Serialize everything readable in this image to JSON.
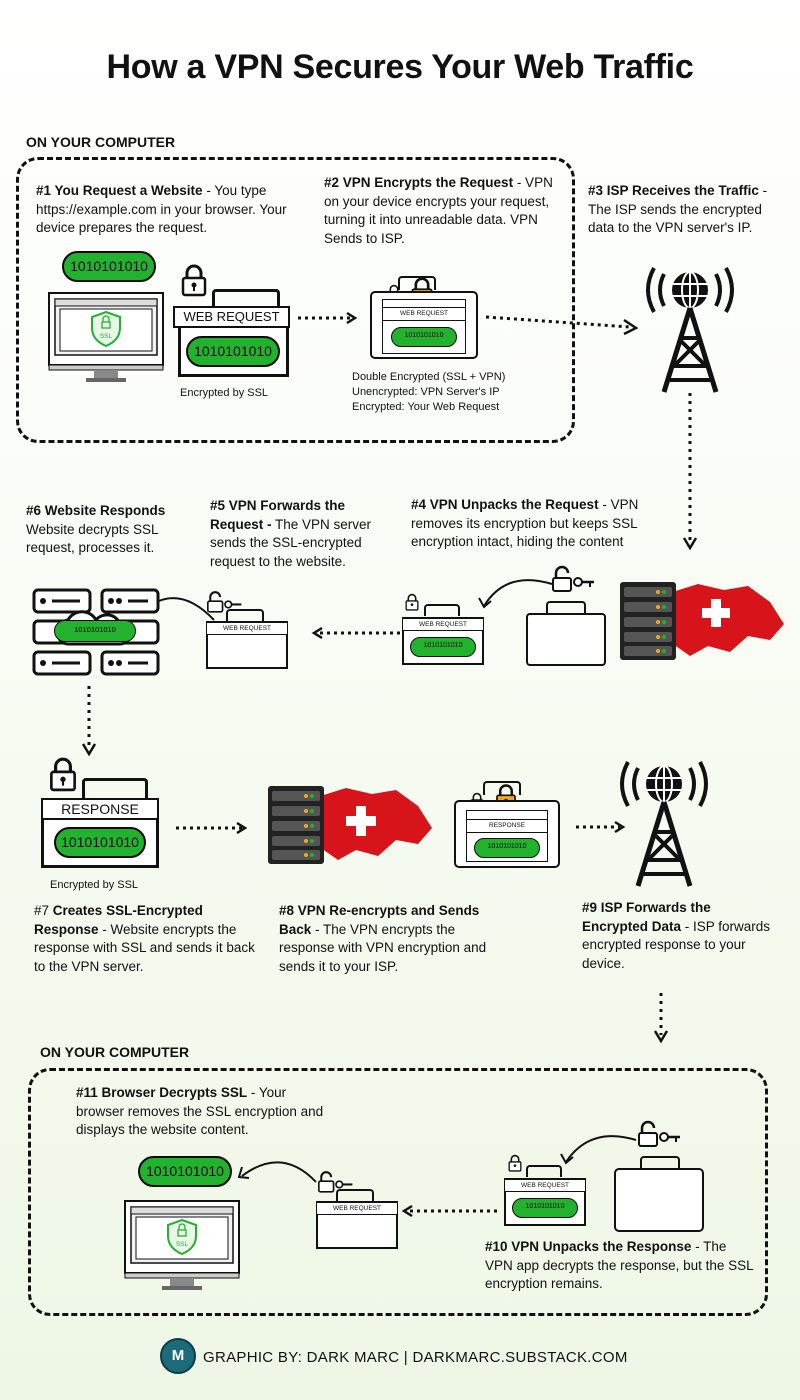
{
  "title": "How a VPN Secures Your Web Traffic",
  "sections": {
    "top": "ON YOUR COMPUTER",
    "bottom": "ON YOUR COMPUTER"
  },
  "labels": {
    "binary": "1010101010",
    "web_request": "WEB REQUEST",
    "response": "RESPONSE",
    "ssl": "SSL",
    "encrypted_by_ssl": "Encrypted by SSL",
    "double_encrypted": "Double Encrypted (SSL + VPN)",
    "unencrypted_ip": "Unencrypted: VPN Server's IP",
    "encrypted_request": "Encrypted: Your Web Request"
  },
  "steps": {
    "s1": {
      "title": "#1 You Request a Website",
      "body": " - You type https://example.com in your browser. Your device prepares the request."
    },
    "s2": {
      "title": "#2 VPN Encrypts the Request",
      "body": " - VPN on your device encrypts your request, turning it into unreadable data. VPN Sends to ISP."
    },
    "s3": {
      "title": "#3 ISP Receives the Traffic",
      "body": " - The ISP sends the encrypted data to the VPN server's IP."
    },
    "s4": {
      "title": "#4 VPN Unpacks the Request",
      "body": " - VPN removes its encryption but keeps SSL encryption intact, hiding the content"
    },
    "s5": {
      "title": "#5 VPN Forwards the Request -",
      "body": " The VPN server sends the SSL-encrypted request to the website."
    },
    "s6": {
      "title": "#6 Website Responds",
      "body": " Website decrypts SSL request, processes it."
    },
    "s7": {
      "prefix": "#7 ",
      "title": "Creates SSL-Encrypted Response",
      "body": " - Website encrypts the response with SSL and sends it back to the VPN server."
    },
    "s8": {
      "title": "#8 VPN Re-encrypts and Sends Back",
      "body": " - The VPN encrypts the response with VPN encryption and sends it to your ISP."
    },
    "s9": {
      "title": "#9 ISP Forwards the Encrypted Data",
      "body": " - ISP forwards encrypted response to your device."
    },
    "s10": {
      "title": "#10 VPN Unpacks the Response",
      "body": " - The VPN app decrypts the response, but the SSL encryption remains."
    },
    "s11": {
      "title": "#11 Browser Decrypts SSL",
      "body": " - Your browser removes the SSL encryption and displays the website content."
    }
  },
  "footer": {
    "avatar": "M",
    "text": "GRAPHIC BY: DARK MARC | DARKMARC.SUBSTACK.COM"
  },
  "colors": {
    "green": "#22b22e",
    "swiss_red": "#d7141a",
    "lock_orange": "#f4a623"
  }
}
